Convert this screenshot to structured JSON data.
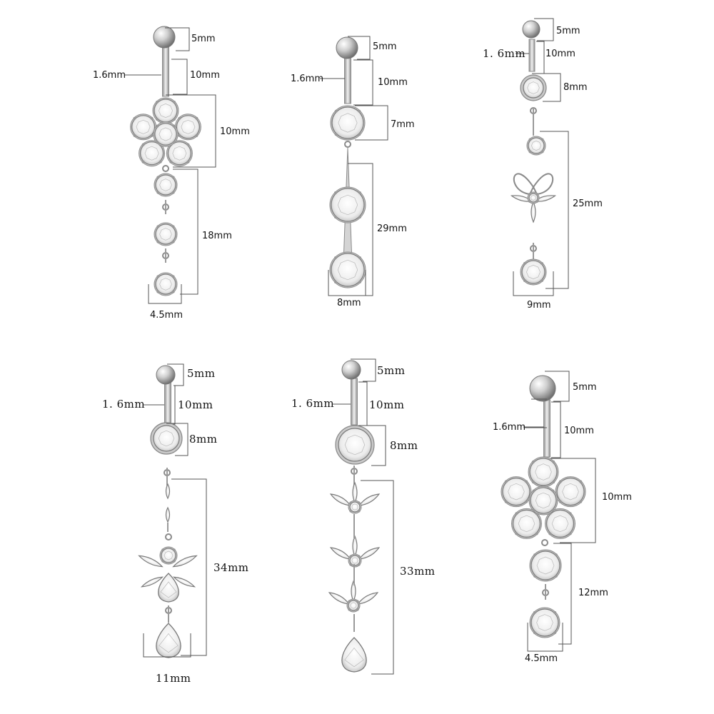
{
  "colors": {
    "background": "#ffffff",
    "metal": "#c9c9c9",
    "gem": "#f1f1f1",
    "dimension_lines": "#555555",
    "text": "#111111"
  },
  "products": [
    {
      "name": "flower-dangle",
      "labels": {
        "ball": "5mm",
        "gauge": "1.6mm",
        "bar": "10mm",
        "top_ornament": "10mm",
        "drop": "18mm",
        "bottom_width": "4.5mm"
      }
    },
    {
      "name": "round-stone-dangle",
      "labels": {
        "ball": "5mm",
        "gauge": "1.6mm",
        "bar": "10mm",
        "top_ornament": "7mm",
        "drop": "29mm",
        "bottom_width": "8mm"
      }
    },
    {
      "name": "butterfly-dangle",
      "labels": {
        "ball": "5mm",
        "gauge": "1. 6mm",
        "bar": "10mm",
        "top_ornament": "8mm",
        "drop": "25mm",
        "bottom_width": "9mm"
      }
    },
    {
      "name": "leaf-teardrop-dangle",
      "labels": {
        "ball": "5mm",
        "gauge": "1. 6mm",
        "bar": "10mm",
        "top_ornament": "8mm",
        "drop": "34mm",
        "bottom_width": "11mm"
      }
    },
    {
      "name": "vine-teardrop-dangle",
      "labels": {
        "ball": "5mm",
        "gauge": "1. 6mm",
        "bar": "10mm",
        "top_ornament": "8mm",
        "drop": "33mm"
      }
    },
    {
      "name": "flower-double-dangle",
      "labels": {
        "ball": "5mm",
        "gauge": "1.6mm",
        "bar": "10mm",
        "top_ornament": "10mm",
        "drop": "12mm",
        "bottom_width": "4.5mm"
      }
    }
  ]
}
